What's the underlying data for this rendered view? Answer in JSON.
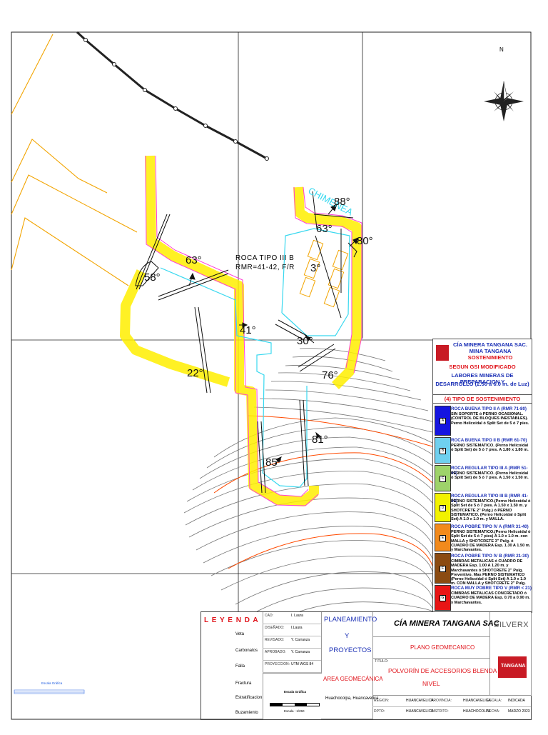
{
  "plan": {
    "north_label": "N",
    "rock_label_line1": "ROCA TIPO III B",
    "rock_label_line2": "RMR=41-42, F/R",
    "gallery_label": "CHIMENEA",
    "angles": [
      "88°",
      "63°",
      "80°",
      "63°",
      "58°",
      "3°",
      "41°",
      "30°",
      "76°",
      "22°",
      "81°",
      "85°"
    ]
  },
  "support_legend": {
    "company": "CÍA MINERA TANGANA SAC.",
    "mine": "MINA TANGANA",
    "heading": "SOSTENIMIENTO",
    "subheading": "SEGUN GSI MODIFICADO",
    "labores_line1": "LABORES MINERAS DE PREPARACION Y",
    "labores_line2": "DESARROLLO (2.50 a 6.0 m. de Luz)",
    "tipo_heading": "(4) TIPO DE SOSTENIMIENTO",
    "rock_types": [
      {
        "title": "ROCA BUENA TIPO II A  (RMR 71-80)",
        "desc": "SIN SOPORTE ó PERNO OCASIONAL. (CONTROL DE BLOQUES INESTABLES). Perno Helicoidal ó Split Set de 5 ó 7 pies.",
        "code": "A",
        "color": "#1515e0"
      },
      {
        "title": "ROCA BUENA TIPO II B  (RMR 61-70)",
        "desc": "PERNO SISTEMATICO. (Perno Helicoidal ó Split Set) de 5 ó 7 pies. A  1.80 x 1.80 m.",
        "code": "B",
        "color": "#6fd0ef"
      },
      {
        "title": "ROCA REGULAR TIPO III A  (RMR 51-60)",
        "desc": "PERNO SISTEMATICO. (Perno Helicoidal ó Split Set) de 5 ó 7 pies. A  1.50 x 1.50 m.",
        "code": "C",
        "color": "#9ed36a"
      },
      {
        "title": "ROCA REGULAR TIPO III B  (RMR 41-50)",
        "desc": "PERNO SISTEMATICO.(Perno Helicoidal ó Split Set de 5 ó 7 pies. A 1.50 x 1.50 m. y SHOTCRETE 2\" Pulg.) ó PERNO SISTEMATICO. (Perno Helicoidal ó Split Set) A 1.0 x 1.0 m. y MALLA.",
        "code": "D",
        "color": "#f2f200"
      },
      {
        "title": "ROCA POBRE TIPO IV A  (RMR 31-40)",
        "desc": "PERNO SISTEMATICO.(Perno Helicoidal ó Split Set de 5 ó 7 pies) A 1.0 x 1.0 m. con MALLA y SHOTCRETE 3\" Pulg. ó CUADRO DE MADERA Esp. 1.30 A 1.50 m. y Marchavantes.",
        "code": "E",
        "color": "#f28a1c"
      },
      {
        "title": "ROCA POBRE TIPO IV B  (RMR 21-30)",
        "desc": "CIMBRAS METALICAS ó CUADRO DE MADERA Esp. 1.00 A 1.20 m. y Marchavantes ó SHOTCRETE 2\" Pulg. Preventivo. Mas PERNO SISTEMATICO (Perno Helicoidal ó Split Set) A 1.0 x 1.0 m. CON MALLA y SHOTCRETE 2\" Pulg.",
        "code": "F",
        "color": "#8b4b12"
      },
      {
        "title": "ROCA MUY POBRE TIPO V  (RMR < 21)",
        "desc": "CIMBRAS METALICAS CONCRETADO ó CUADRO DE MADERA Esp. 0.70 a 0.90 m. y Marchavantes.",
        "code": "G",
        "color": "#e81515"
      }
    ]
  },
  "title_block": {
    "leyenda_title": "L E Y E N D A",
    "legend_items": [
      "Veta",
      "Carbonatos",
      "Falla",
      "Fractura",
      "Estratificacion",
      "Buzamiento"
    ],
    "escala_grafica": "Escala Gráfica",
    "escala_num": "Escala : 1/250",
    "meta": [
      {
        "label": "CAD:",
        "value": "I. Laura"
      },
      {
        "label": "DISEÑADO:",
        "value": "I.Laura"
      },
      {
        "label": "REVISADO:",
        "value": "Y. Carranza"
      },
      {
        "label": "APROBADO:",
        "value": "Y. Carranza"
      },
      {
        "label": "PROYECCION:",
        "value": "UTM WGS 84"
      }
    ],
    "dept_line1": "PLANEAMIENTO",
    "dept_line2": "Y",
    "dept_line3": "PROYECTOS",
    "area": "AREA GEOMECÁNICA",
    "place": "Huachocolpa, Huancavelica",
    "company": "CÍA MINERA TANGANA SAC",
    "plano": "PLANO GEOMECANICO",
    "titulo_label": "TITULO:",
    "titulo": "POLVORÍN DE ACCESORIOS BLENDA RUBIA",
    "nivel": "NIVEL",
    "logo_silver": "SILVERX",
    "logo_tangana": "TANGANA",
    "footer": [
      {
        "label": "REGION:",
        "value": "HUANCAVELICA"
      },
      {
        "label": "PROVINCIA:",
        "value": "HUANCAVELICA"
      },
      {
        "label": "ESCALA:",
        "value": "INDICADA"
      },
      {
        "label": "DPTO:",
        "value": "HUANCAVELICA"
      },
      {
        "label": "DISTRITO:",
        "value": "HUACHOCOLPA"
      },
      {
        "label": "FECHA:",
        "value": "MARZO 2023"
      }
    ]
  },
  "colors": {
    "veta": "#f2a400",
    "carbonatos": "#f2f200",
    "falla": "#1a5ae0",
    "contour": "#777777",
    "contour_index": "#ff4a00",
    "gallery": "#38d8ef",
    "wall": "#ff3fd6"
  }
}
